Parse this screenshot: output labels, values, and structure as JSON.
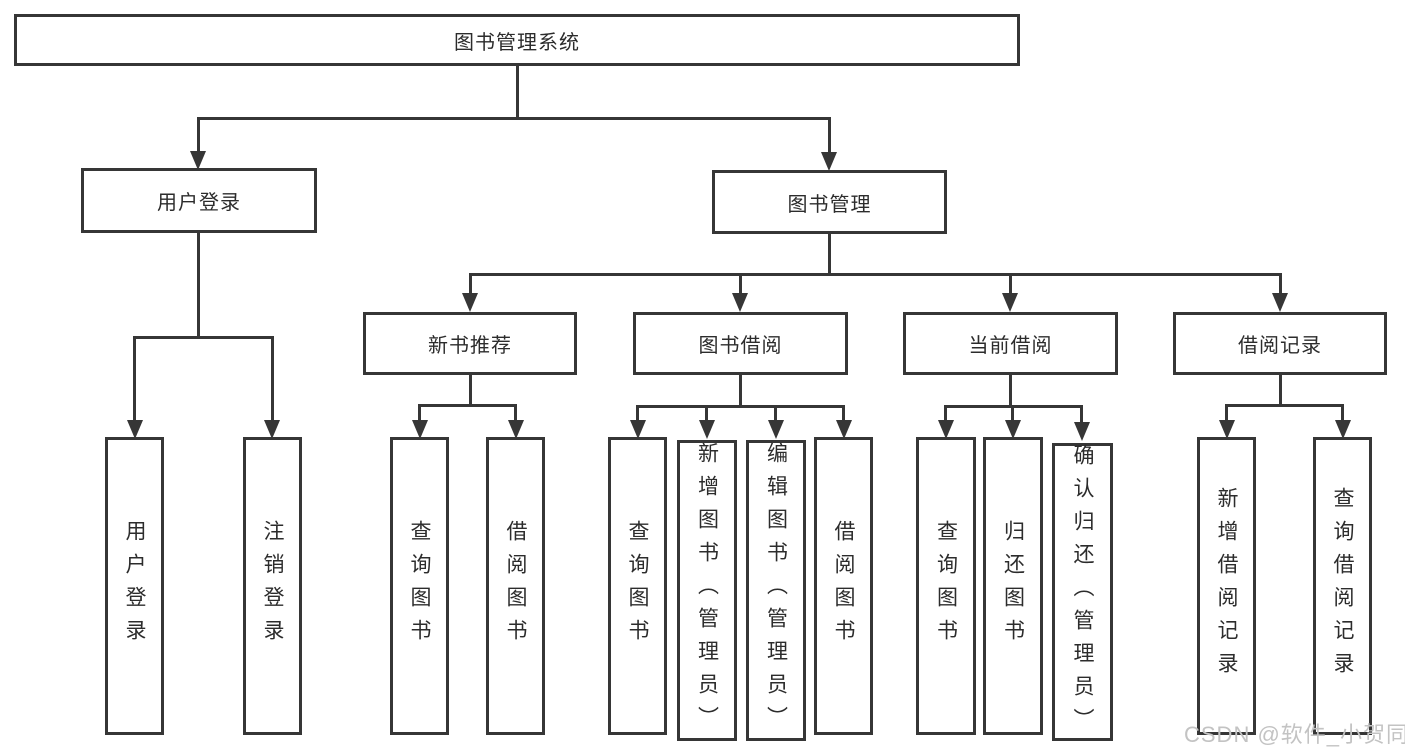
{
  "diagram": {
    "root": "图书管理系统",
    "branches": [
      {
        "label": "用户登录",
        "leaves": [
          "用户登录",
          "注销登录"
        ]
      },
      {
        "label": "图书管理",
        "groups": [
          {
            "label": "新书推荐",
            "leaves": [
              "查询图书",
              "借阅图书"
            ]
          },
          {
            "label": "图书借阅",
            "leaves": [
              "查询图书",
              "新增图书（管理员）",
              "编辑图书（管理员）",
              "借阅图书"
            ]
          },
          {
            "label": "当前借阅",
            "leaves": [
              "查询图书",
              "归还图书",
              "确认归还（管理员）"
            ]
          },
          {
            "label": "借阅记录",
            "leaves": [
              "新增借阅记录",
              "查询借阅记录"
            ]
          }
        ]
      }
    ]
  },
  "watermark": "CSDN @软件_小贺同学",
  "colors": {
    "line": "#363636",
    "text": "#2c2c2c",
    "watermark": "#c3c3c3",
    "background": "#ffffff"
  }
}
